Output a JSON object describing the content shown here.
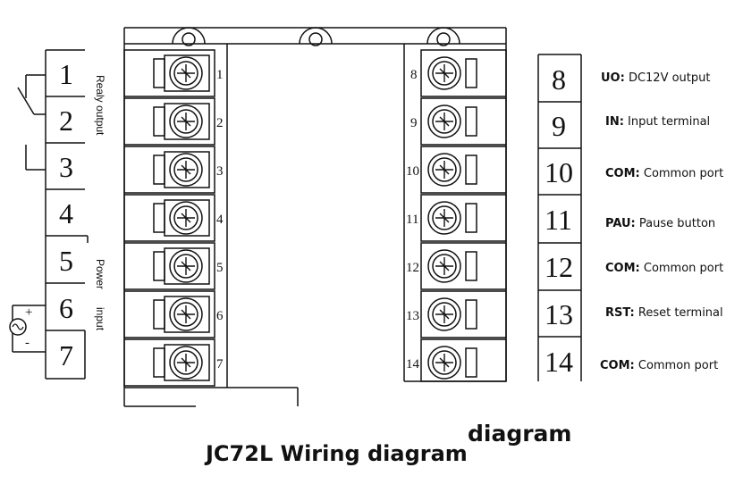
{
  "left_block": {
    "numbers": [
      "1",
      "2",
      "3",
      "4",
      "5",
      "6",
      "7"
    ],
    "relay_label": "Realy output",
    "power_label_1": "Power",
    "power_label_2": "input",
    "plus_sign": "+",
    "minus_sign": "-"
  },
  "device": {
    "left_terminals": [
      "1",
      "2",
      "3",
      "4",
      "5",
      "6",
      "7"
    ],
    "right_terminals": [
      "8",
      "9",
      "10",
      "11",
      "12",
      "13",
      "14"
    ]
  },
  "right_block": {
    "numbers": [
      "8",
      "9",
      "10",
      "11",
      "12",
      "13",
      "14"
    ],
    "descriptions": [
      {
        "code": "UO:",
        "text": " DC12V output"
      },
      {
        "code": "IN:",
        "text": " Input terminal"
      },
      {
        "code": "COM:",
        "text": " Common port"
      },
      {
        "code": "PAU:",
        "text": " Pause button"
      },
      {
        "code": "COM:",
        "text": " Common port"
      },
      {
        "code": "RST:",
        "text": " Reset terminal"
      },
      {
        "code": "COM:",
        "text": " Common port"
      }
    ]
  },
  "captions": {
    "main": "JC72L Wiring diagram",
    "secondary": "diagram"
  }
}
